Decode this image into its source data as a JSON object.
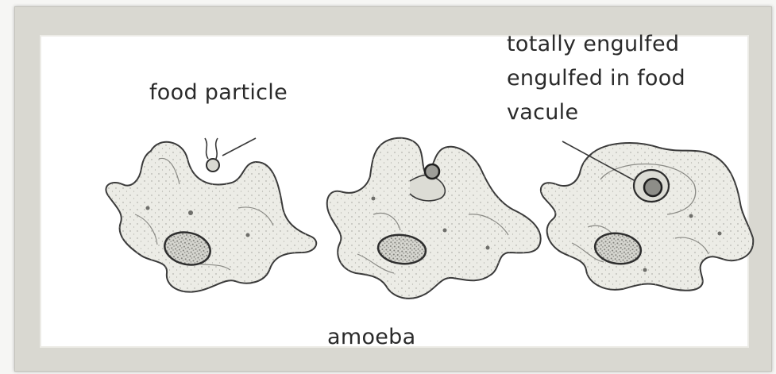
{
  "labels": {
    "food_particle": "food particle",
    "engulfed_lines": [
      "totally engulfed",
      "engulfed in food",
      "vacule"
    ],
    "amoeba": "amoeba"
  },
  "colors": {
    "outer_frame": "#d9d8d1",
    "panel": "#ffffff",
    "cell_fill": "#ecece6",
    "ink": "#3a3a3a",
    "nucleus": "#8a8a86"
  }
}
